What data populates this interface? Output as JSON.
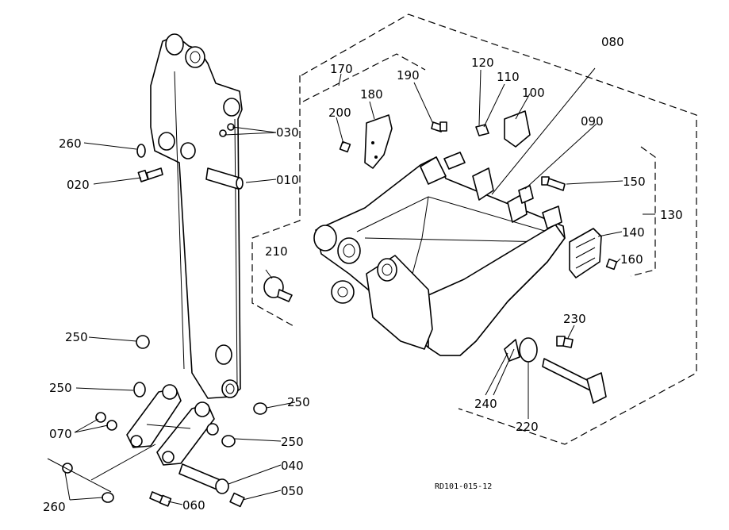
{
  "labels": {
    "p010": "010",
    "p020": "020",
    "p030": "030",
    "p040": "040",
    "p050": "050",
    "p060": "060",
    "p070": "070",
    "p080": "080",
    "p090": "090",
    "p100": "100",
    "p110": "110",
    "p120": "120",
    "p130": "130",
    "p140": "140",
    "p150": "150",
    "p160": "160",
    "p170": "170",
    "p180": "180",
    "p190": "190",
    "p200": "200",
    "p210": "210",
    "p220": "220",
    "p230": "230",
    "p240": "240",
    "p250a": "250",
    "p250b": "250",
    "p250c": "250",
    "p250d": "250",
    "p260a": "260",
    "p260b": "260"
  },
  "reference_code": "RD101-015-12"
}
